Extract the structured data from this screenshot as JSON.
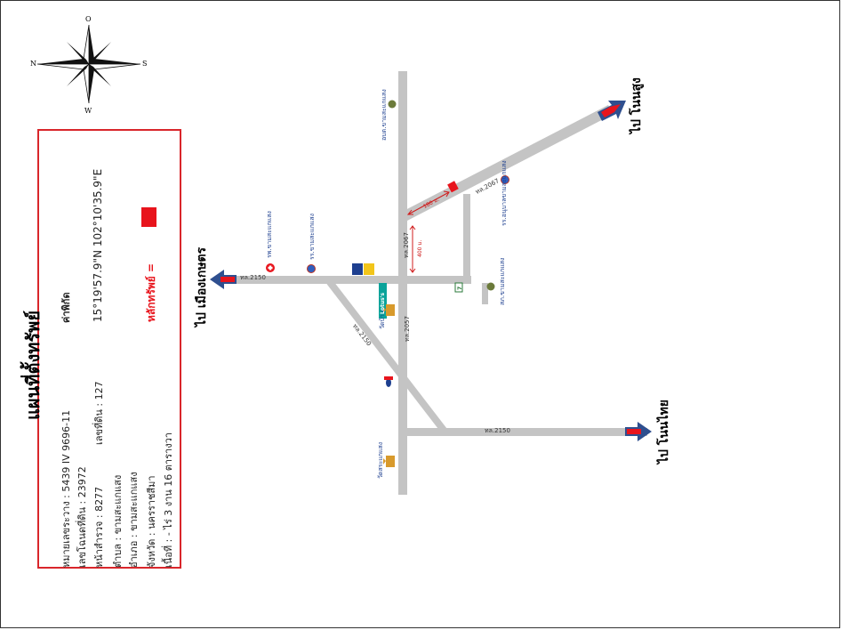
{
  "title": "แผนที่ตั้งทรัพย์",
  "info": {
    "map_sheet": "หมายเลขระวาง : 5439 IV 9696-11",
    "parcel_no": "เลขโฉนดที่ดิน : 23972",
    "survey_page": "หน้าสำรวจ : 8277",
    "land_no": "เลขที่ดิน : 127",
    "tambon": "ตำบล : ขามสะแกแสง",
    "amphoe": "อำเภอ : ขามสะแกแสง",
    "province": "จังหวัด : นครราชสีมา",
    "area": "เนื้อที่ : - ไร่ 3 งาน 16 ตารางวา",
    "coord_label": "ค่าพิกัด",
    "coord_value": "15°19'57.9\"N 102°10'35.9\"E",
    "legend_label": "หลักทรัพย์  =",
    "legend_color": "#e8141c"
  },
  "compass": {
    "n": "N",
    "s": "S",
    "o": "O",
    "w": "W"
  },
  "directions": {
    "to_non_sung": "ไป โนนสูง",
    "to_mueang_kaset": "ไป เมืองเกษตร",
    "to_non_thai": "ไป โนนไทย"
  },
  "roads": {
    "r2150_top": "ทล.2150",
    "r2150_diag": "ทล.2150",
    "r2150_bottom": "ทล.2150",
    "r2067_diag": "ทล.2067",
    "r2067_vert": "ทล.2067",
    "r2057": "ทล.2057"
  },
  "distances": {
    "d180": "180 ม.",
    "d400": "400 ม."
  },
  "landmarks": {
    "hospital": "รพ.ขามสะแกแสง",
    "school1": "รร.ขามสะแกแสง",
    "district_office": "อบต.ขามสะแกแสง",
    "school2": "รร.อนุบาลขามสะแกแสง",
    "police": "สภ.ขามสะแกแสง",
    "wat_ban": "วัดบ้าน",
    "wat_kham": "วัดสระแกแสง",
    "lotus": "Lotus's",
    "seven": "7"
  },
  "colors": {
    "road": "#c4c4c4",
    "arrow_blue": "#2f4f8f",
    "arrow_red": "#e8141c",
    "frame_red": "#d9262b"
  }
}
